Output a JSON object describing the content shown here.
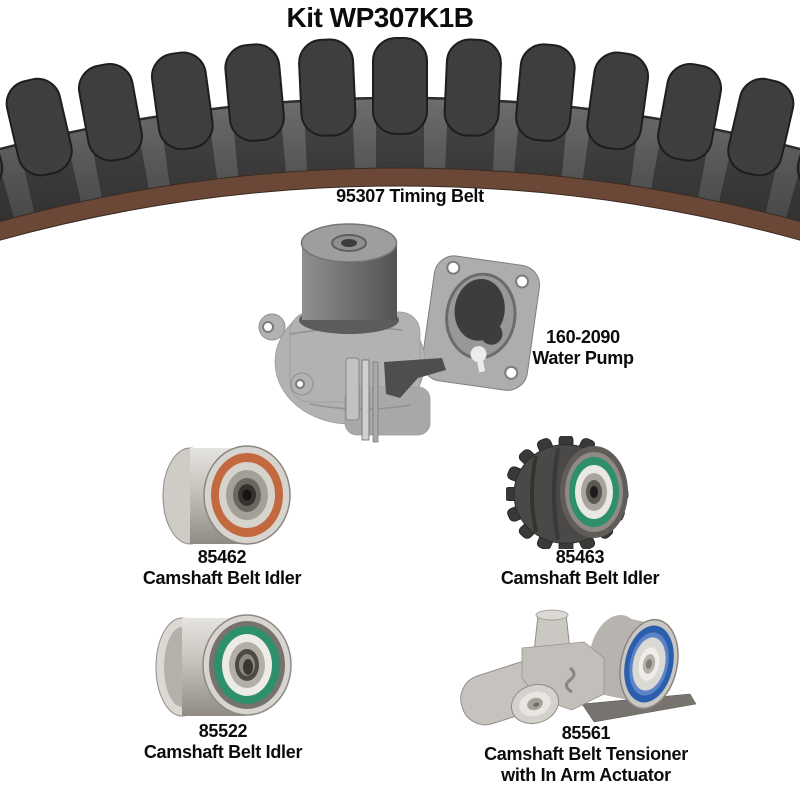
{
  "kit": {
    "title": "Kit WP307K1B"
  },
  "parts": {
    "timing_belt": {
      "label": "95307 Timing Belt"
    },
    "water_pump": {
      "part_number": "160-2090",
      "name": "Water Pump"
    },
    "idler_top_left": {
      "part_number": "85462",
      "name": "Camshaft Belt Idler"
    },
    "idler_top_right": {
      "part_number": "85463",
      "name": "Camshaft Belt Idler"
    },
    "idler_bottom_left": {
      "part_number": "85522",
      "name": "Camshaft Belt Idler"
    },
    "tensioner": {
      "part_number": "85561",
      "name": "Camshaft Belt Tensioner",
      "name_line2": "with In Arm Actuator"
    }
  },
  "colors": {
    "belt_rubber": "#3f3e3c",
    "belt_edge_brown": "#6a4737",
    "orange_seal": "#c2693f",
    "green_seal": "#2e8f6d",
    "blue_seal": "#2b5fae",
    "text": "#0c0c0c"
  }
}
